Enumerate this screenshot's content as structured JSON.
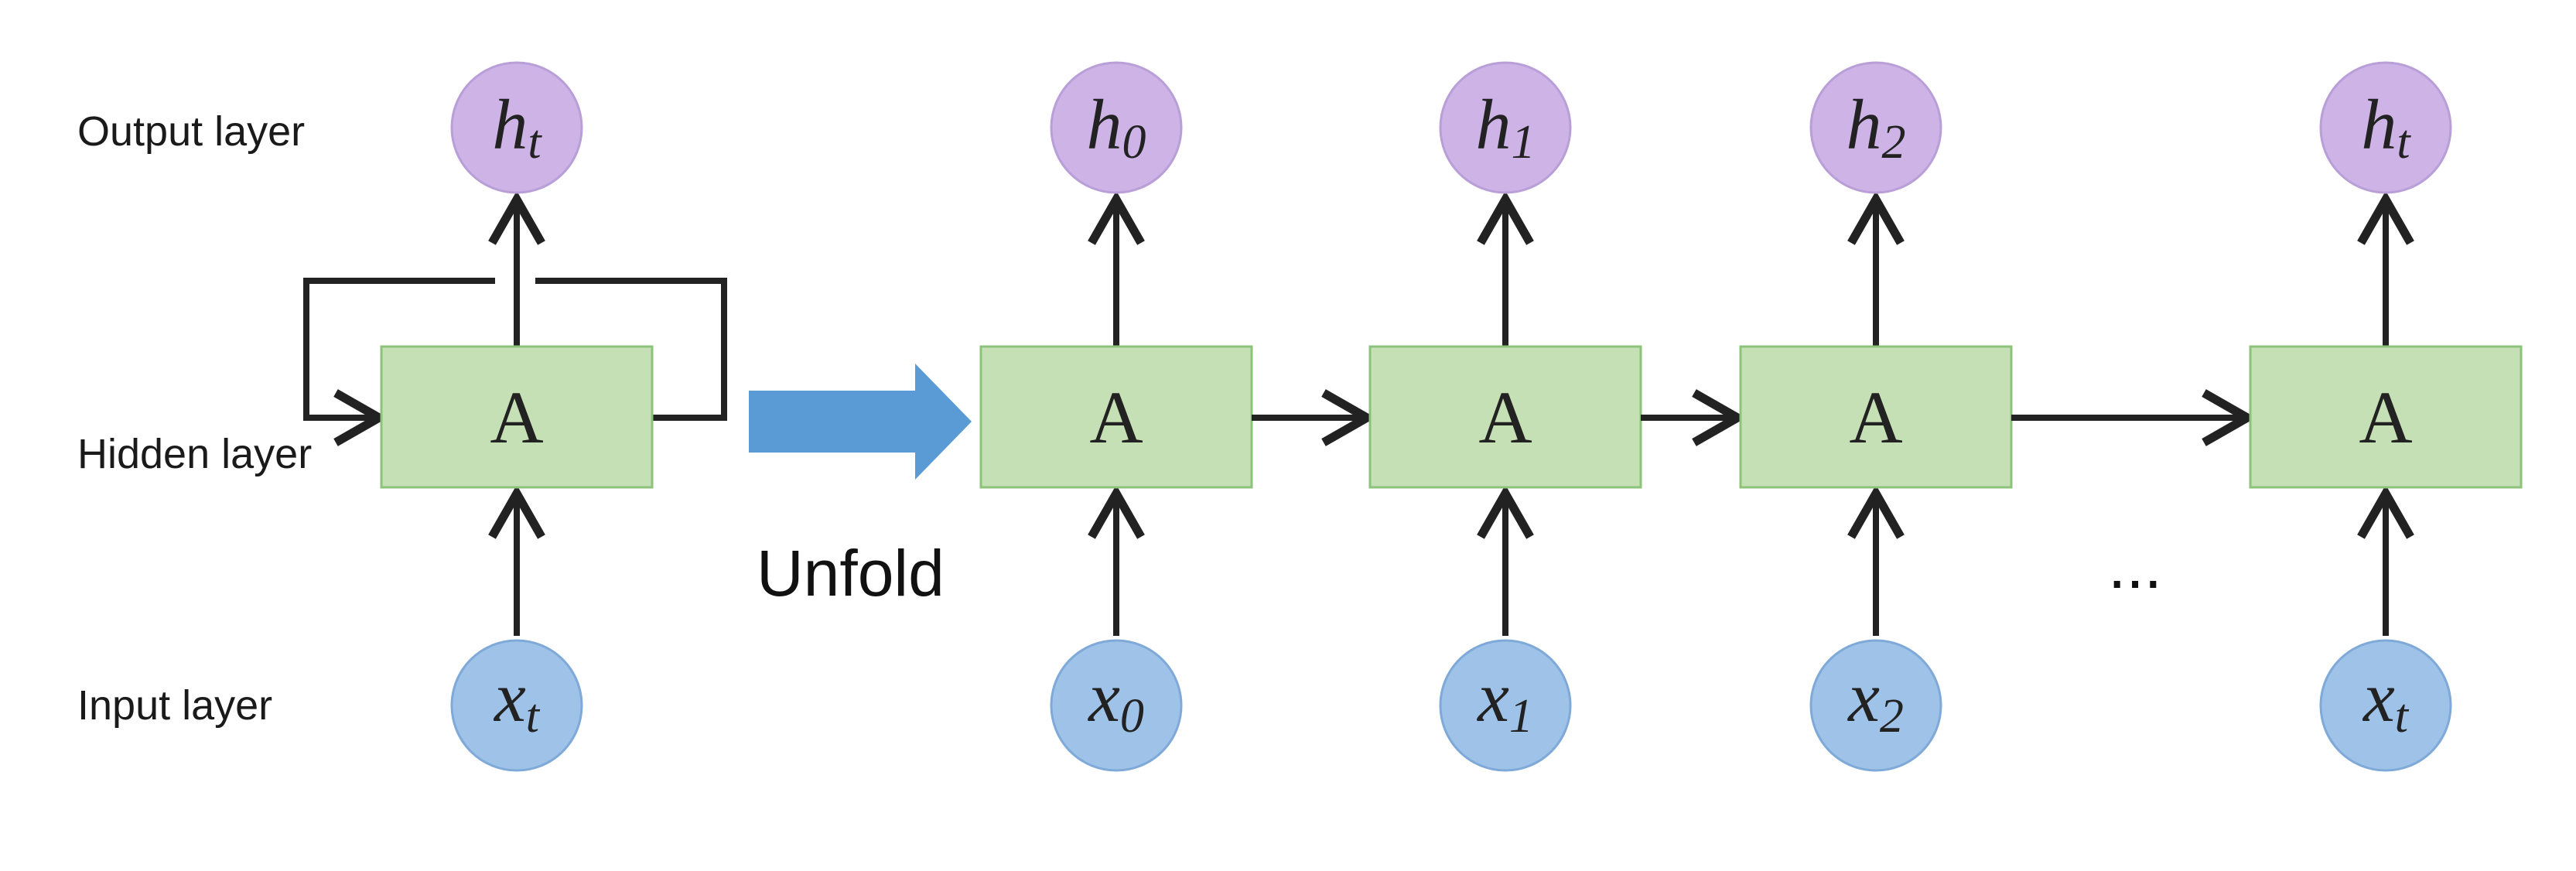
{
  "labels": {
    "output_layer": "Output layer",
    "hidden_layer": "Hidden layer",
    "input_layer": "Input layer",
    "unfold": "Unfold",
    "ellipsis": "..."
  },
  "folded": {
    "box_label": "A",
    "output": {
      "base": "h",
      "sub": "t"
    },
    "input": {
      "base": "x",
      "sub": "t"
    }
  },
  "unrolled": [
    {
      "box_label": "A",
      "output": {
        "base": "h",
        "sub": "0"
      },
      "input": {
        "base": "x",
        "sub": "0"
      }
    },
    {
      "box_label": "A",
      "output": {
        "base": "h",
        "sub": "1"
      },
      "input": {
        "base": "x",
        "sub": "1"
      }
    },
    {
      "box_label": "A",
      "output": {
        "base": "h",
        "sub": "2"
      },
      "input": {
        "base": "x",
        "sub": "2"
      }
    },
    {
      "box_label": "A",
      "output": {
        "base": "h",
        "sub": "t"
      },
      "input": {
        "base": "x",
        "sub": "t"
      }
    }
  ],
  "colors": {
    "output_node_fill": "#cdb3e6",
    "output_node_stroke": "#b99fd8",
    "input_node_fill": "#9fc3e8",
    "input_node_stroke": "#7ea9d8",
    "box_fill": "#c6e0b5",
    "box_stroke": "#8cc37a",
    "unfold_arrow": "#5b9bd5",
    "wire": "#222222"
  }
}
